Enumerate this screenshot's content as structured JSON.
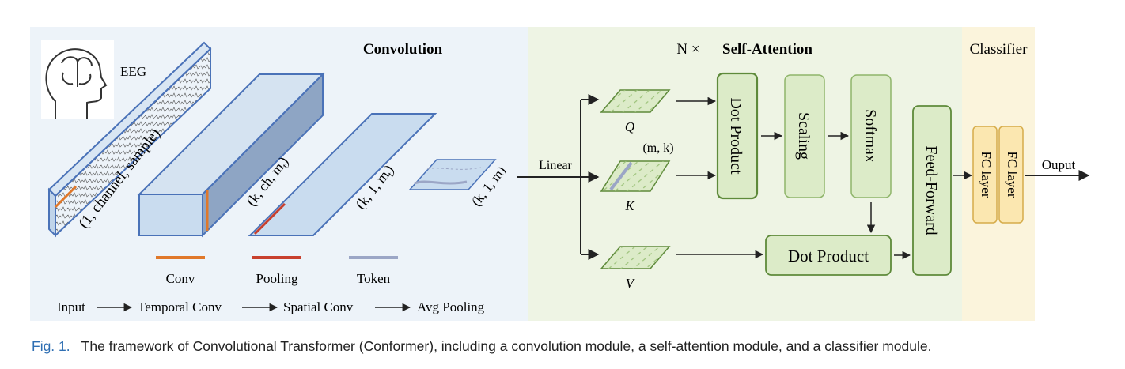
{
  "sections": {
    "convolution": "Convolution",
    "attention_prefix": "N ×",
    "attention": "Self-Attention",
    "classifier": "Classifier"
  },
  "eeg": {
    "label": "EEG",
    "shape": "(1, channel, sample)"
  },
  "tensors": {
    "temporal": "(k, ch, m_t)",
    "spatial": "(k, 1, m_t)",
    "pooled": "(k, 1, m)"
  },
  "legend": {
    "conv": "Conv",
    "pooling": "Pooling",
    "token": "Token"
  },
  "flow": {
    "input": "Input",
    "temporal": "Temporal Conv",
    "spatial": "Spatial Conv",
    "pool": "Avg Pooling"
  },
  "attention_block": {
    "linear": "Linear",
    "q": "Q",
    "k": "K",
    "v": "V",
    "mk": "(m, k)",
    "dot1": "Dot Product",
    "scaling": "Scaling",
    "softmax": "Softmax",
    "dot2": "Dot Product",
    "ff": "Feed-Forward"
  },
  "classifier_block": {
    "fc1": "FC layer",
    "fc2": "FC layer",
    "output": "Ouput"
  },
  "caption": {
    "fig": "Fig. 1.",
    "text": "The framework of Convolutional Transformer (Conformer), including a convolution module, a self-attention module, and a classifier module."
  },
  "colors": {
    "conv_bg": "#edf3f9",
    "attn_bg": "#eef4e4",
    "cls_bg": "#fbf4dc",
    "box_fill": "#c9dcef",
    "box_stroke": "#4a72b8",
    "green_fill": "#dcebc8",
    "green_stroke": "#5e8a3a",
    "conv_orange": "#e0782a",
    "pool_red": "#c8402e",
    "token_gray": "#9ba6c6",
    "fc_fill": "#fbe7b0",
    "fc_stroke": "#d6ac4a"
  }
}
